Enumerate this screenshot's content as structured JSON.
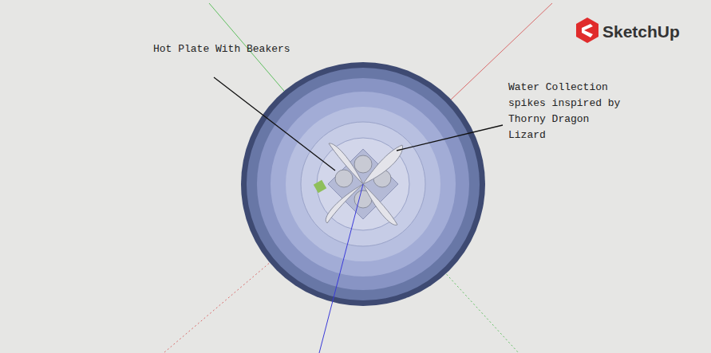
{
  "diagram": {
    "labels": [
      "Hot Plate With Beakers",
      "Water Collection spikes inspired by Thorny Dragon Lizard",
      "SketchUp"
    ]
  }
}
